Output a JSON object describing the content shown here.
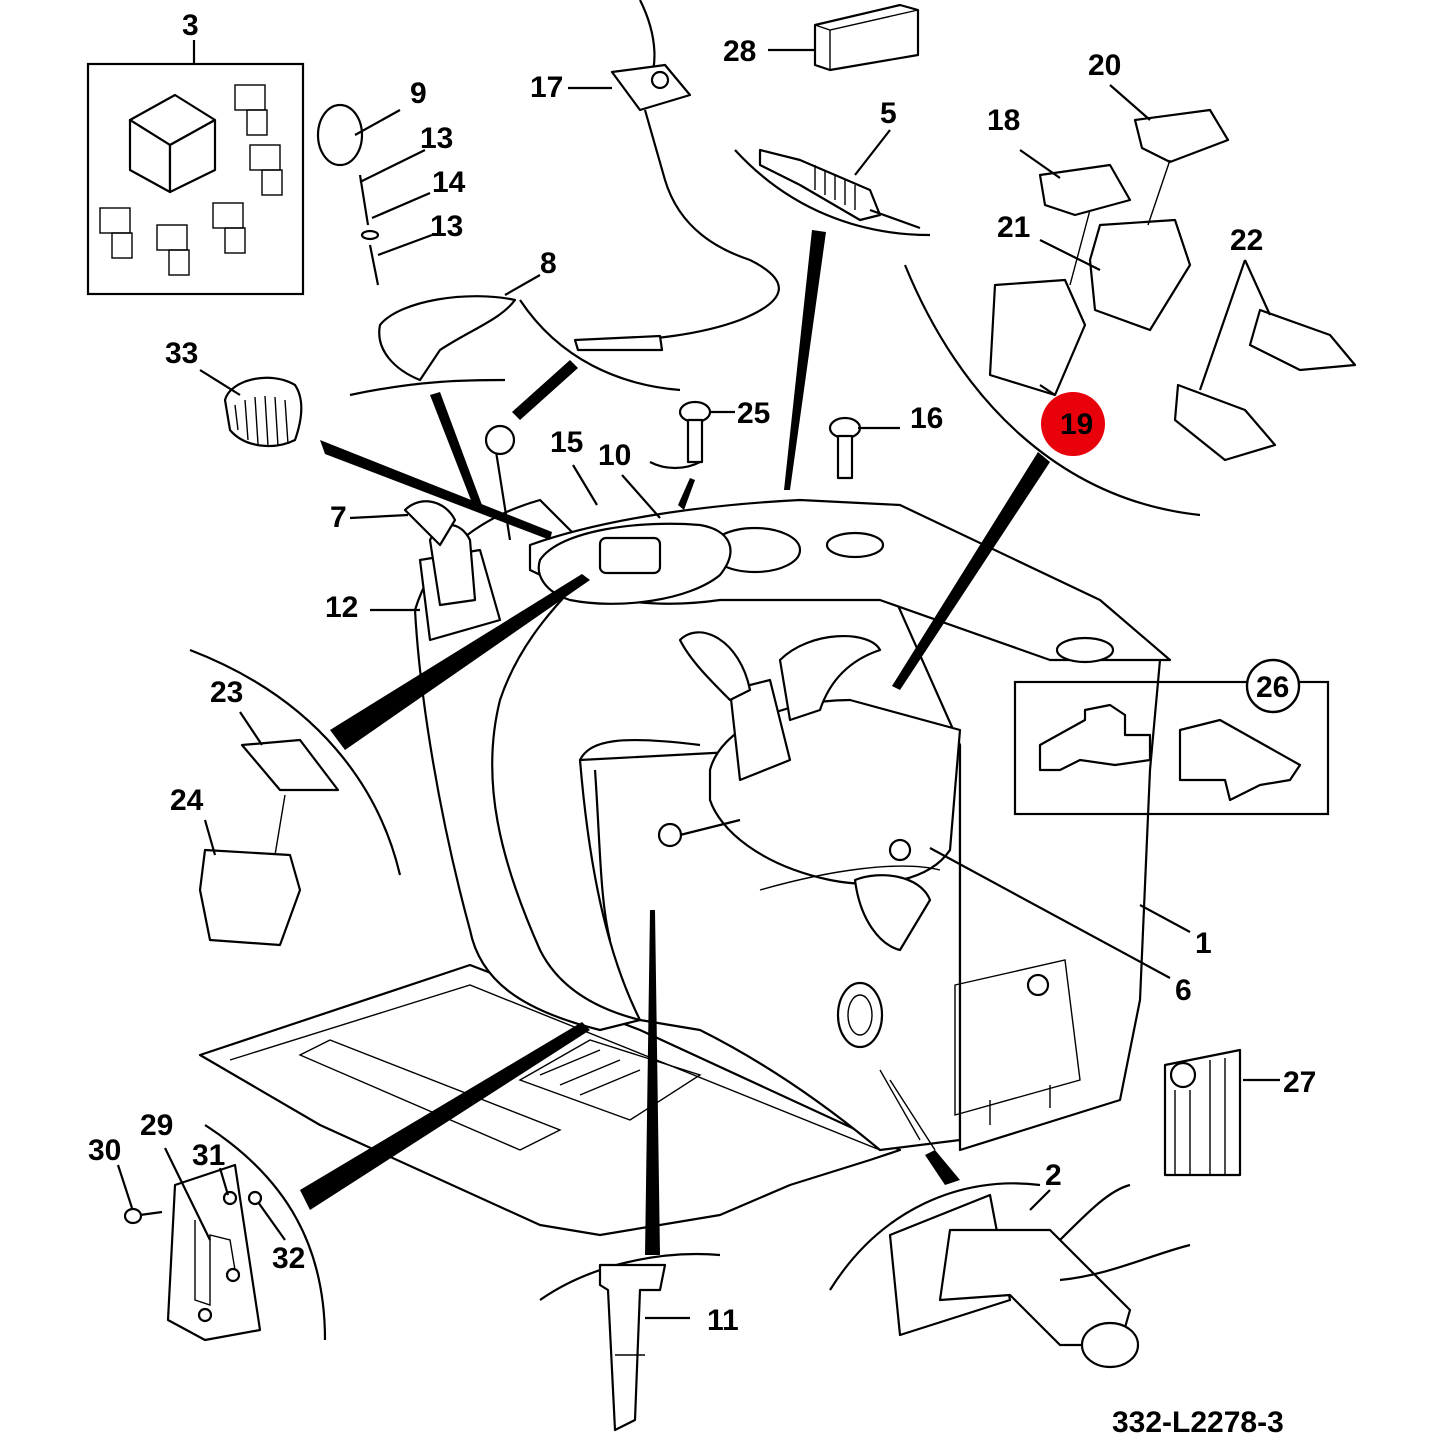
{
  "figure": {
    "reference": "332-L2278-3",
    "highlight_color": "#e8000b",
    "highlighted_callout": "19"
  },
  "callouts": {
    "c1": "1",
    "c2": "2",
    "c3": "3",
    "c5": "5",
    "c6": "6",
    "c7": "7",
    "c8": "8",
    "c9": "9",
    "c10": "10",
    "c11": "11",
    "c12": "12",
    "c13a": "13",
    "c13b": "13",
    "c14": "14",
    "c15": "15",
    "c16": "16",
    "c17": "17",
    "c18": "18",
    "c19": "19",
    "c20": "20",
    "c21": "21",
    "c22": "22",
    "c23": "23",
    "c24": "24",
    "c25": "25",
    "c26": "26",
    "c27": "27",
    "c28": "28",
    "c29": "29",
    "c30": "30",
    "c31": "31",
    "c32": "32",
    "c33": "33"
  }
}
